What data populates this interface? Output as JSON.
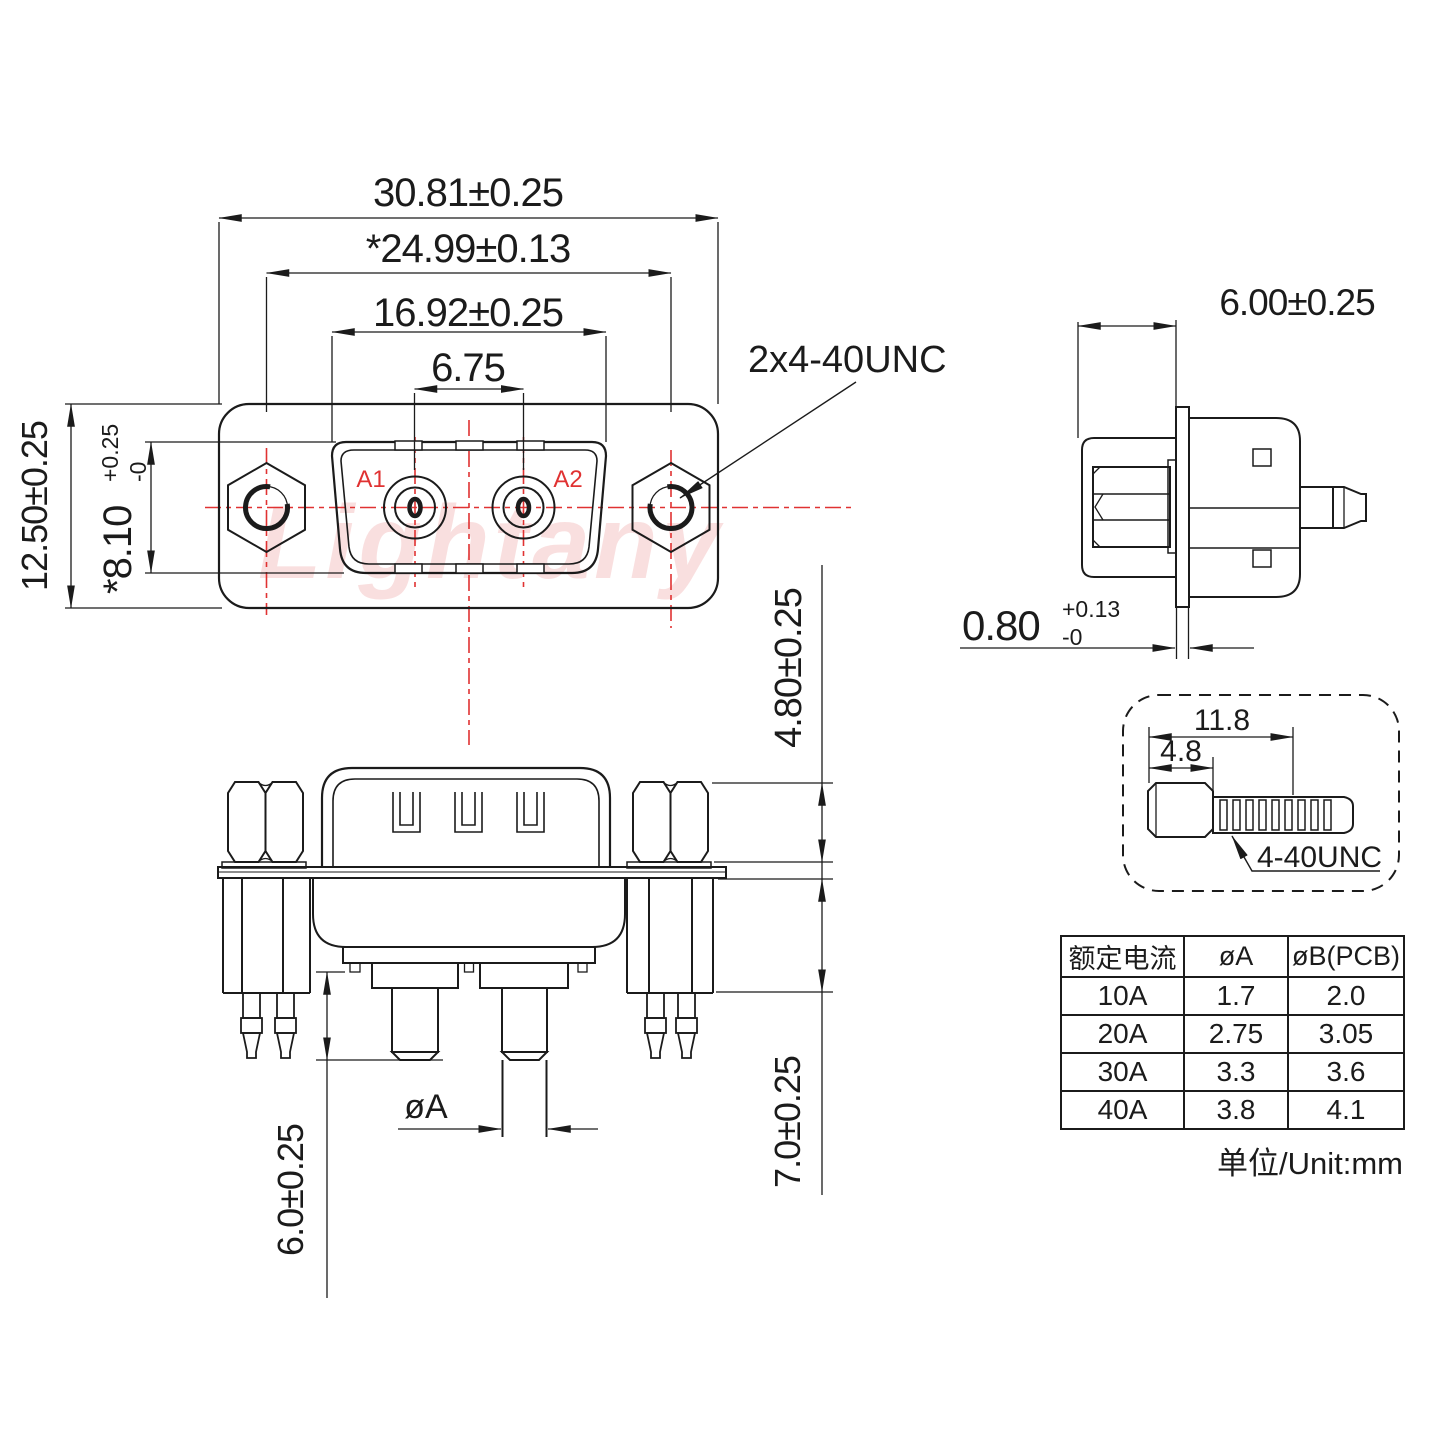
{
  "front_view": {
    "dim_overall_width": "30.81±0.25",
    "dim_mount_width": "*24.99±0.13",
    "dim_opening_width": "16.92±0.25",
    "dim_contact_pitch": "6.75",
    "dim_overall_height": "12.50±0.25",
    "dim_opening_height": "*8.10",
    "dim_opening_height_tol_plus": "+0.25",
    "dim_opening_height_tol_minus": "-0",
    "thread_note": "2x4-40UNC",
    "contact_a1": "A1",
    "contact_a2": "A2"
  },
  "side_view": {
    "dim_depth": "6.00±0.25",
    "dim_flange_thickness": "0.80",
    "dim_flange_thickness_tol_plus": "+0.13",
    "dim_flange_thickness_tol_minus": "-0"
  },
  "bottom_view": {
    "dim_shell_height": "4.80±0.25",
    "dim_pin_protrusion": "6.0±0.25",
    "dim_bracket_length": "7.0±0.25",
    "dim_pin_diameter": "øA"
  },
  "screw_detail": {
    "dim_overall_length": "11.8",
    "dim_hex_length": "4.8",
    "thread_spec": "4-40UNC"
  },
  "spec_table": {
    "headers": [
      "额定电流",
      "øA",
      "øB(PCB)"
    ],
    "rows": [
      [
        "10A",
        "1.7",
        "2.0"
      ],
      [
        "20A",
        "2.75",
        "3.05"
      ],
      [
        "30A",
        "3.3",
        "3.6"
      ],
      [
        "40A",
        "3.8",
        "4.1"
      ]
    ]
  },
  "unit_note": "单位/Unit:mm",
  "watermark": "Lightany",
  "colors": {
    "line": "#1b1b1b",
    "accent_red": "#e03232",
    "watermark_pink": "#f6caca"
  }
}
